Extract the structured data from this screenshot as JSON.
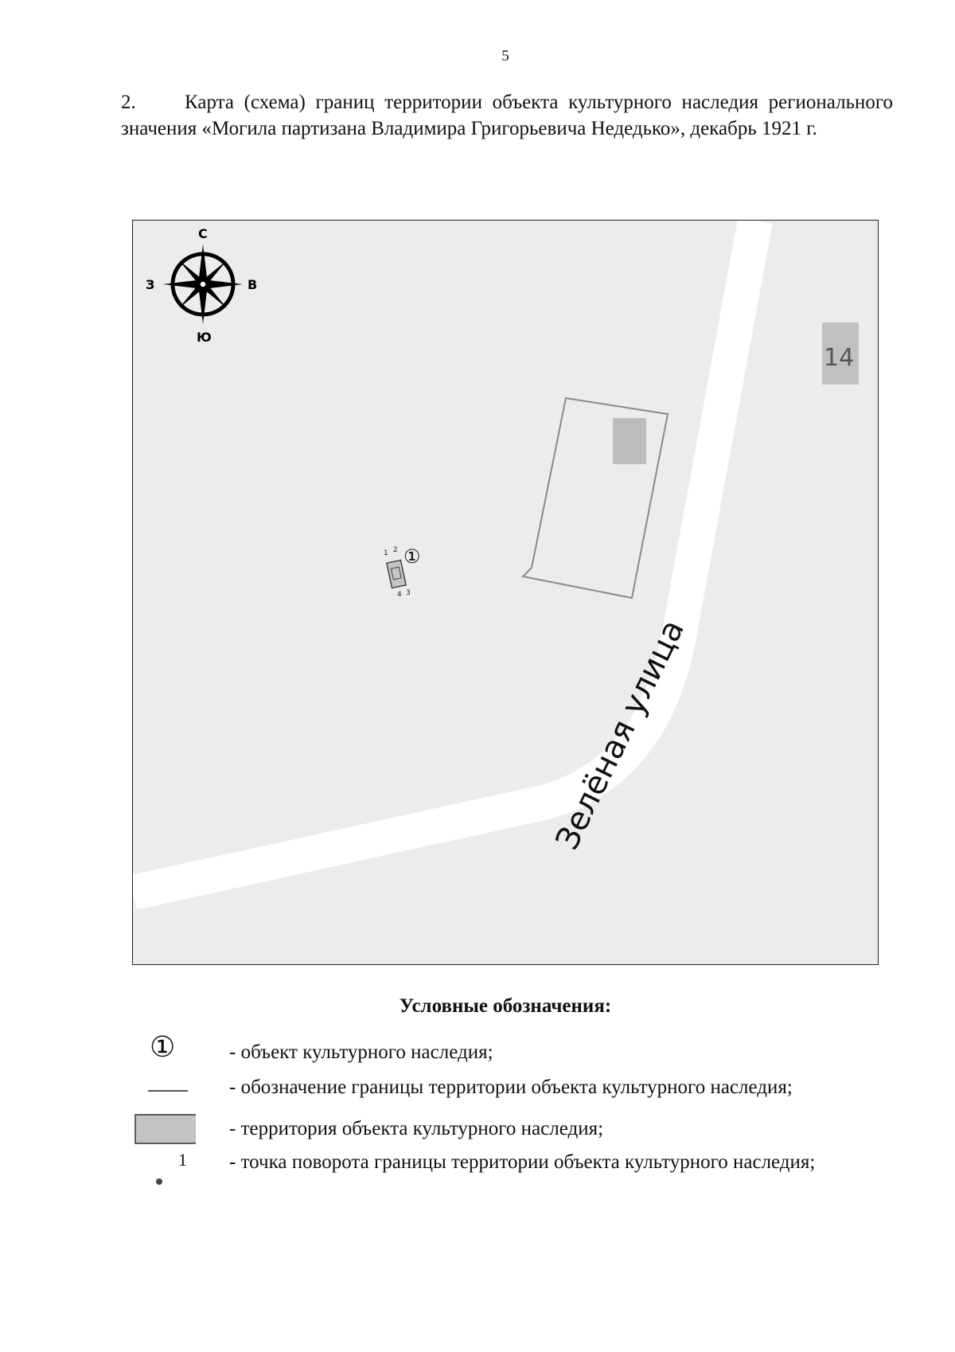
{
  "page_number": "5",
  "heading": {
    "number": "2.",
    "text": "Карта (схема) границ территории объекта культурного наследия регионального значения «Могила партизана Владимира Григорьевича Недедько», декабрь 1921 г."
  },
  "map": {
    "compass": {
      "north": "С",
      "south": "Ю",
      "west": "З",
      "east": "В"
    },
    "street_label": "Зелёная улица",
    "house_number": "14",
    "object_marker": "①",
    "turning_points": [
      "1",
      "2",
      "3",
      "4"
    ],
    "colors": {
      "background": "#ececec",
      "road": "#ffffff",
      "building": "#bdbdbd",
      "outline": "#8a8a8a",
      "territory": "#c4c4c4"
    }
  },
  "legend": {
    "title": "Условные обозначения:",
    "items": [
      {
        "symbol": "①",
        "text": "- объект культурного наследия;"
      },
      {
        "symbol": "boundary-line",
        "text": "- обозначение границы территории объекта культурного наследия;"
      },
      {
        "symbol": "territory-fill",
        "text": "- территория объекта культурного наследия;"
      },
      {
        "symbol": "turning-point",
        "label": "1",
        "text": "- точка поворота границы территории объекта культурного наследия;"
      }
    ]
  }
}
